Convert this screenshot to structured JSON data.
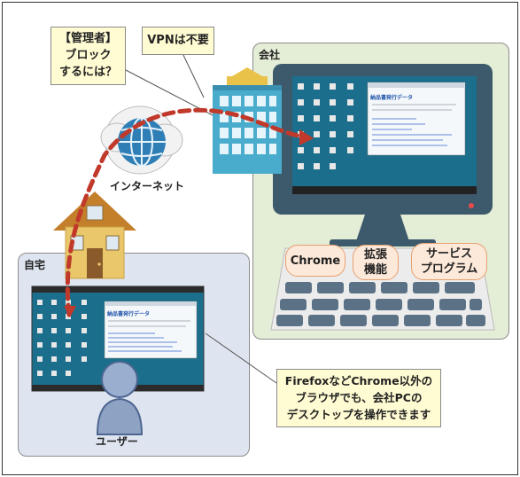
{
  "callouts": {
    "admin_block": [
      "【管理者】",
      "ブロック",
      "するには？"
    ],
    "no_vpn": "VPNは不要",
    "browser_note": [
      "FirefoxなどChrome以外の",
      "ブラウザでも、会社PCの",
      "デスクトップを操作できます"
    ]
  },
  "office": {
    "title": "会社",
    "bubbles": {
      "chrome": "Chrome",
      "extension": [
        "拡張",
        "機能"
      ],
      "service": [
        "サービス",
        "プログラム"
      ]
    },
    "screen_doc_title": "納品書発行データ"
  },
  "home": {
    "title": "自宅",
    "screen_doc_title": "納品書発行データ"
  },
  "labels": {
    "internet": "インターネット",
    "user": "ユーザー"
  },
  "colors": {
    "dashed_path": "#c0392b",
    "office_bg": "#e4edd6",
    "home_bg": "#dfe5f0",
    "callout_bg": "#fffbd2",
    "bubble_bg": "#fde9d9",
    "monitor": "#3d5a6c",
    "desktop": "#1c6f8c",
    "building": "#4aaccc"
  }
}
